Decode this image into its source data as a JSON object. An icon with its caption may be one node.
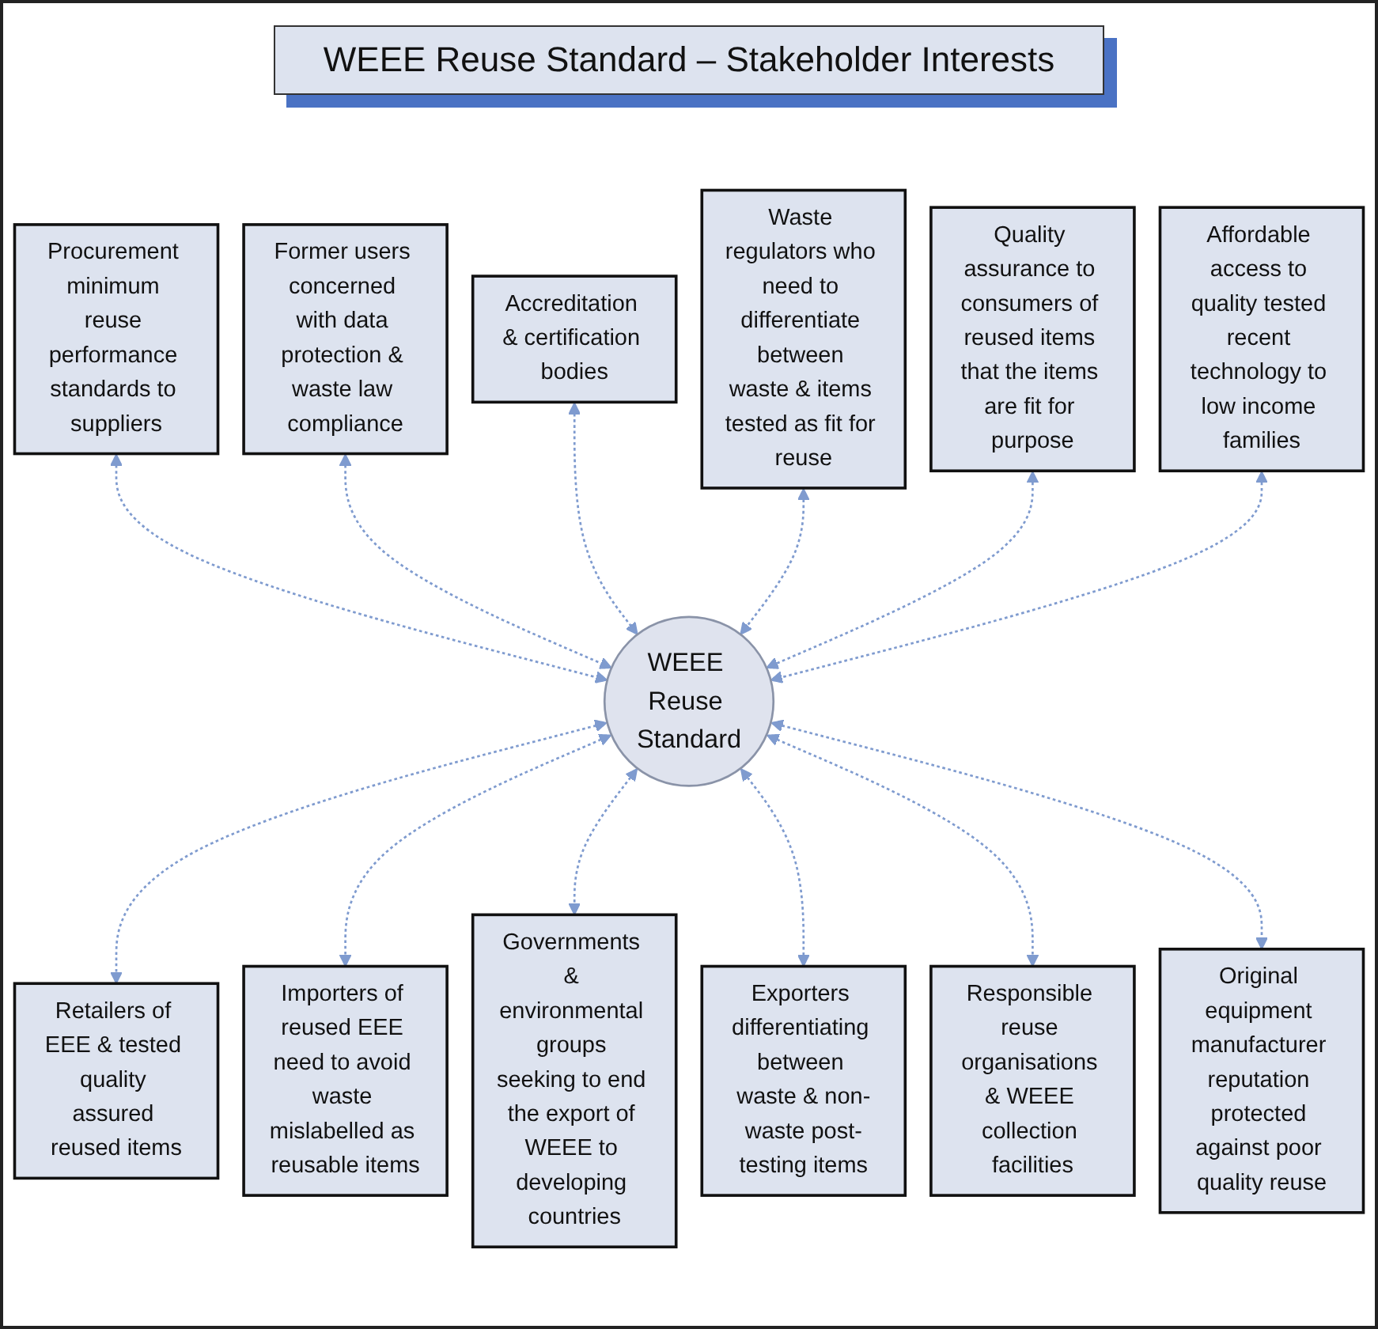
{
  "diagram": {
    "title": "WEEE Reuse Standard – Stakeholder Interests",
    "nodes": [
      {
        "text": [
          "WEEE Reuse Standard"
        ]
      },
      {
        "text": [
          "Procurement minimum reuse performance standards to suppliers"
        ]
      },
      {
        "text": [
          "Former users concerned with data protection & waste law compliance"
        ]
      },
      {
        "text": [
          "Accreditation & certification bodies"
        ]
      },
      {
        "text": [
          "Waste regulators who need to differentiate between waste & items tested as fit for reuse"
        ]
      },
      {
        "text": [
          "Quality assurance to consumers of reused items that the items are fit for purpose"
        ]
      },
      {
        "text": [
          "Affordable access to quality tested recent technology to low income families"
        ]
      },
      {
        "text": [
          "Retailers of EEE & tested quality assured reused items"
        ]
      },
      {
        "text": [
          "Importers of reused EEE need to avoid waste mislabelled as reusable items"
        ]
      },
      {
        "text": [
          "Governments & environmental groups seeking to end the export of WEEE to developing countries"
        ]
      },
      {
        "text": [
          "Exporters differentiating between waste & non-waste post-testing items"
        ]
      },
      {
        "text": [
          "Responsible reuse organisations & WEEE collection facilities"
        ]
      },
      {
        "text": [
          "Original equipment manufacturer reputation protected against poor quality reuse"
        ]
      }
    ],
    "edges": [
      {
        "from": 1,
        "to": 0,
        "arrow": "both",
        "style": "dashed"
      },
      {
        "from": 2,
        "to": 0,
        "arrow": "both",
        "style": "dashed"
      },
      {
        "from": 3,
        "to": 0,
        "arrow": "both",
        "style": "dashed"
      },
      {
        "from": 4,
        "to": 0,
        "arrow": "both",
        "style": "dashed"
      },
      {
        "from": 5,
        "to": 0,
        "arrow": "both",
        "style": "dashed"
      },
      {
        "from": 6,
        "to": 0,
        "arrow": "both",
        "style": "dashed"
      },
      {
        "from": 0,
        "to": 7,
        "arrow": "both",
        "style": "dashed"
      },
      {
        "from": 0,
        "to": 8,
        "arrow": "both",
        "style": "dashed"
      },
      {
        "from": 0,
        "to": 9,
        "arrow": "both",
        "style": "dashed"
      },
      {
        "from": 0,
        "to": 10,
        "arrow": "both",
        "style": "dashed"
      },
      {
        "from": 0,
        "to": 11,
        "arrow": "both",
        "style": "dashed"
      },
      {
        "from": 0,
        "to": 12,
        "arrow": "both",
        "style": "dashed"
      }
    ]
  }
}
